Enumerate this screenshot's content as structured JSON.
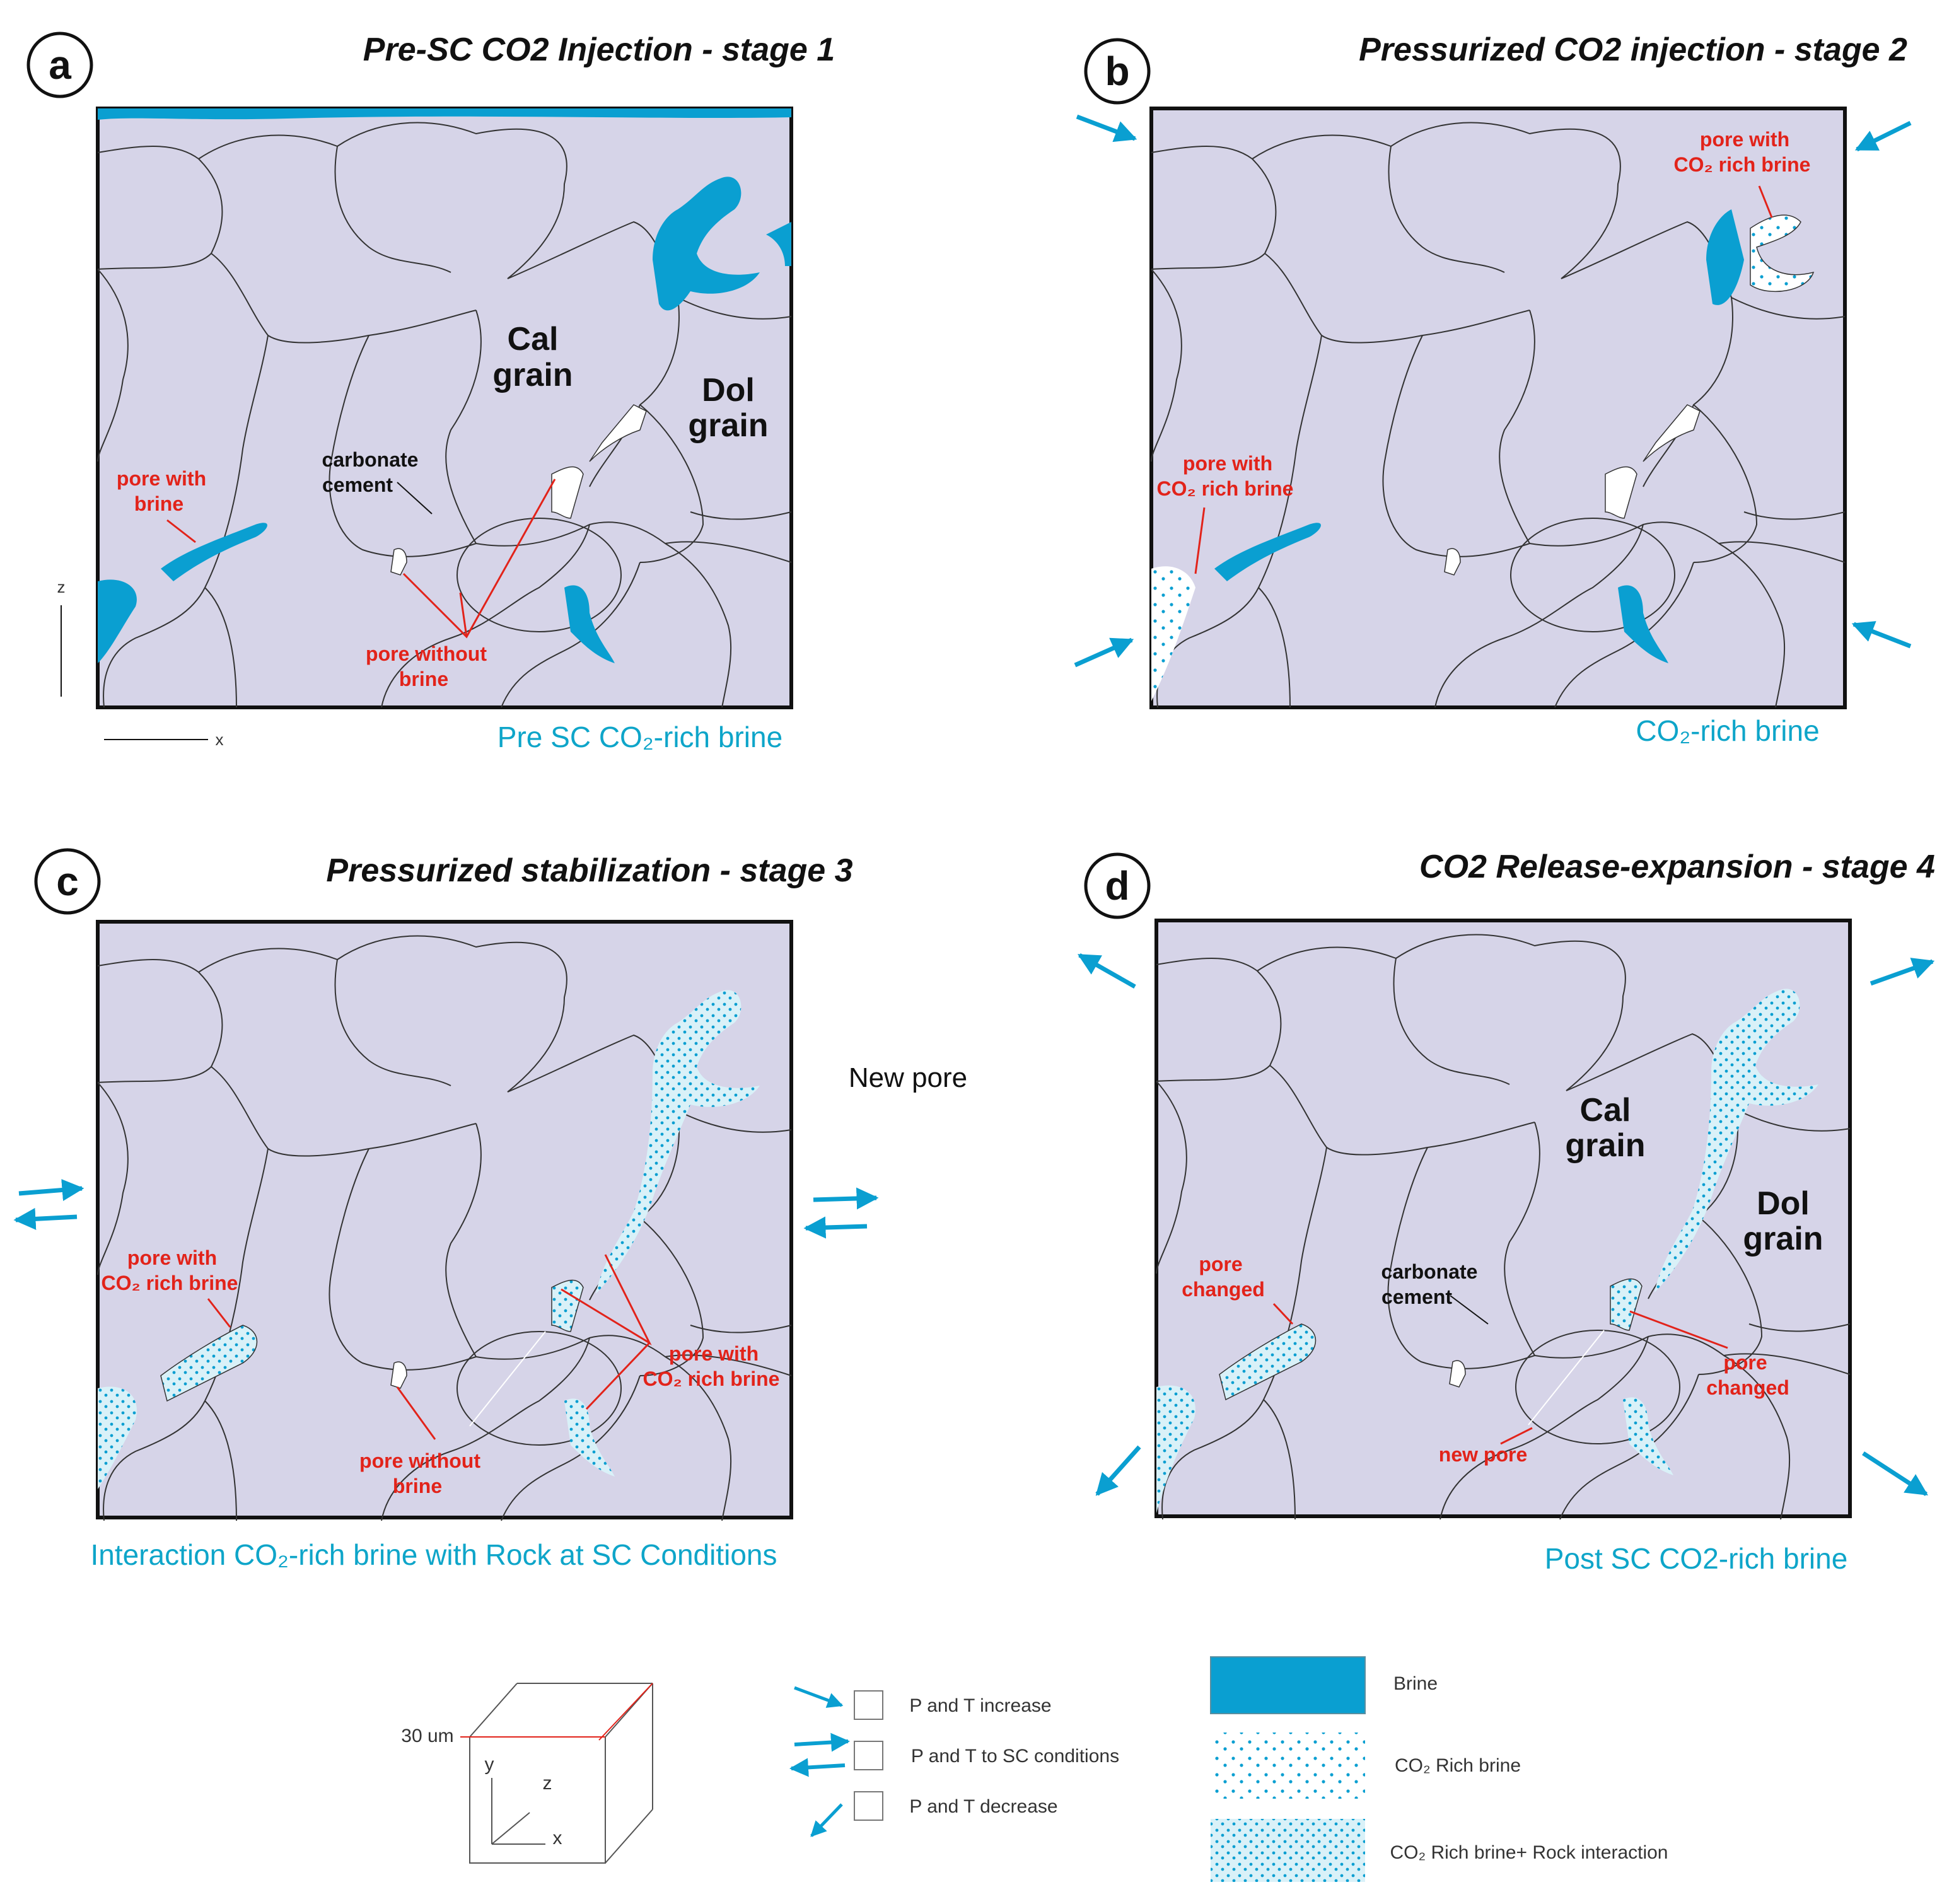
{
  "colors": {
    "grain_fill": "#d6d4e8",
    "brine": "#0a9fd1",
    "arrow": "#0a9fd1",
    "red_label": "#e2231a",
    "caption": "#0ea5c9"
  },
  "panels": [
    {
      "letter": "a",
      "title": "Pre-SC CO2 Injection - stage 1",
      "caption": "Pre SC CO₂-rich brine",
      "labels": {
        "cal_line1": "Cal",
        "cal_line2": "grain",
        "dol_line1": "Dol",
        "dol_line2": "grain",
        "cement_line1": "carbonate",
        "cement_line2": "cement",
        "pore_brine_line1": "pore with",
        "pore_brine_line2": "brine",
        "pore_nobrine_line1": "pore without",
        "pore_nobrine_line2": "brine"
      }
    },
    {
      "letter": "b",
      "title": "Pressurized CO2 injection - stage 2",
      "caption": "CO₂-rich brine",
      "labels": {
        "pore_co2_top_line1": "pore with",
        "pore_co2_top_line2": "CO₂ rich brine",
        "pore_co2_left_line1": "pore with",
        "pore_co2_left_line2": "CO₂ rich brine"
      }
    },
    {
      "letter": "c",
      "title": "Pressurized stabilization - stage 3",
      "caption": "Interaction CO₂-rich brine with Rock at SC Conditions",
      "new_pore": "New pore",
      "labels": {
        "pore_co2_left_line1": "pore with",
        "pore_co2_left_line2": "CO₂ rich brine",
        "pore_co2_right_line1": "pore with",
        "pore_co2_right_line2": "CO₂ rich brine",
        "pore_nobrine_line1": "pore without",
        "pore_nobrine_line2": "brine"
      }
    },
    {
      "letter": "d",
      "title": "CO2 Release-expansion - stage 4",
      "caption": "Post SC CO2-rich brine",
      "labels": {
        "cal_line1": "Cal",
        "cal_line2": "grain",
        "dol_line1": "Dol",
        "dol_line2": "grain",
        "cement_line1": "carbonate",
        "cement_line2": "cement",
        "pore_changed_left_line1": "pore",
        "pore_changed_left_line2": "changed",
        "pore_changed_right_line1": "pore",
        "pore_changed_right_line2": "changed",
        "new_pore": "new pore"
      }
    }
  ],
  "axes": {
    "z": "z",
    "x": "x"
  },
  "legend": {
    "cube_size": "30 um",
    "cube_axes": {
      "y": "y",
      "z": "z",
      "x": "x"
    },
    "arrows": [
      {
        "icon": "single-arrow-icon",
        "label": "P and T increase"
      },
      {
        "icon": "double-arrow-icon",
        "label": "P and T to SC conditions"
      },
      {
        "icon": "outward-arrow-icon",
        "label": "P and T decrease"
      }
    ],
    "fills": [
      {
        "pattern": "solid-brine",
        "label": "Brine"
      },
      {
        "pattern": "sparse-dots",
        "label": "CO₂ Rich brine"
      },
      {
        "pattern": "dense-dots",
        "label": "CO₂ Rich brine+ Rock interaction"
      }
    ]
  }
}
